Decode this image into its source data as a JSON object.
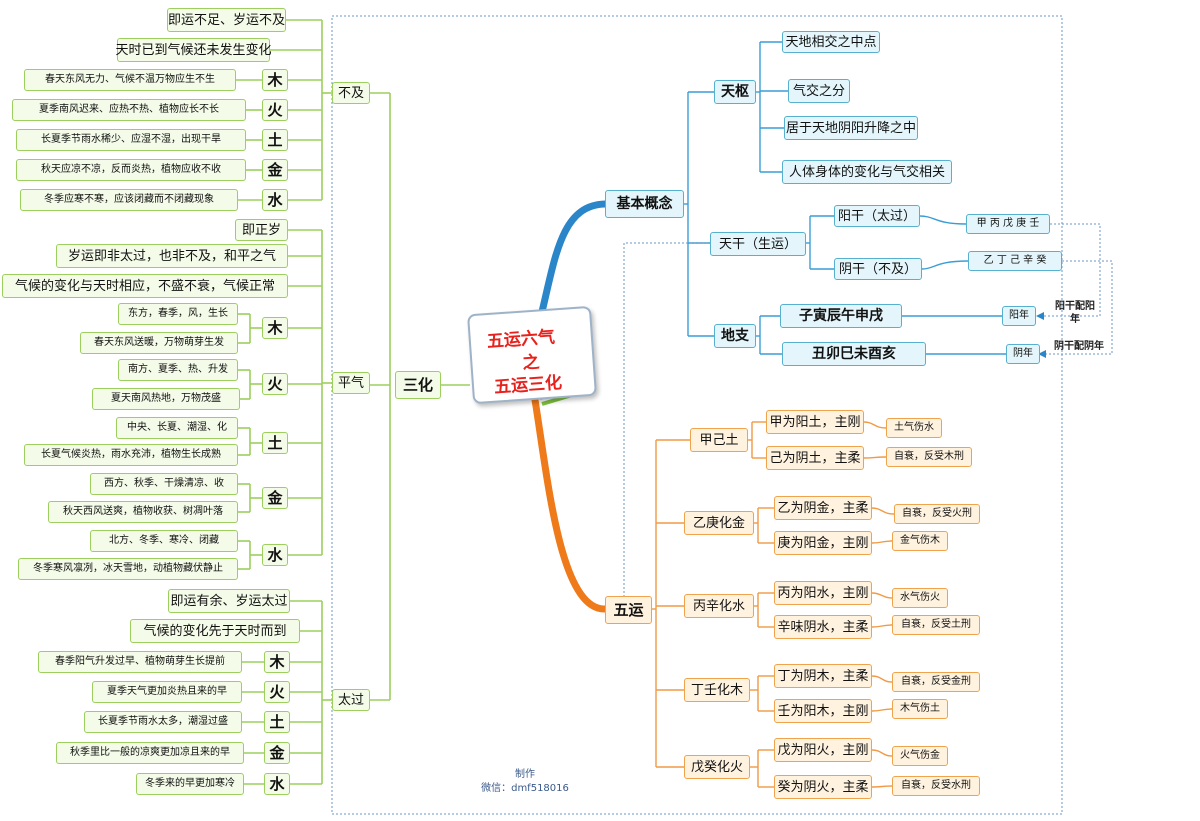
{
  "center": {
    "line1": "五运六气",
    "line2": "之",
    "line3": "五运三化"
  },
  "credit": {
    "label": "制作",
    "wechat": "微信：dmf518016"
  },
  "left": {
    "root": "三化",
    "buji": {
      "label": "不及",
      "items": [
        "即运不足、岁运不及",
        "天时已到气候还未发生变化"
      ],
      "elements": [
        {
          "el": "木",
          "desc": "春天东风无力、气候不温万物应生不生"
        },
        {
          "el": "火",
          "desc": "夏季南风迟来、应热不热、植物应长不长"
        },
        {
          "el": "土",
          "desc": "长夏季节雨水稀少、应湿不湿，出现干旱"
        },
        {
          "el": "金",
          "desc": "秋天应凉不凉，反而炎热，植物应收不收"
        },
        {
          "el": "水",
          "desc": "冬季应寒不寒，应该闭藏而不闭藏现象"
        }
      ]
    },
    "pingqi": {
      "label": "平气",
      "items": [
        "即正岁",
        "岁运即非太过，也非不及，和平之气",
        "气候的变化与天时相应，不盛不衰，气候正常"
      ],
      "elements": [
        {
          "el": "木",
          "descs": [
            "东方，春季，风，生长",
            "春天东风送暖，万物萌芽生发"
          ]
        },
        {
          "el": "火",
          "descs": [
            "南方、夏季、热、升发",
            "夏天南风热地，万物茂盛"
          ]
        },
        {
          "el": "土",
          "descs": [
            "中央、长夏、潮湿、化",
            "长夏气候炎热，雨水充沛，植物生长成熟"
          ]
        },
        {
          "el": "金",
          "descs": [
            "西方、秋季、干燥清凉、收",
            "秋天西风送爽，植物收获、树凋叶落"
          ]
        },
        {
          "el": "水",
          "descs": [
            "北方、冬季、寒冷、闭藏",
            "冬季寒风凛冽，冰天雪地，动植物藏伏静止"
          ]
        }
      ]
    },
    "taiguo": {
      "label": "太过",
      "items": [
        "即运有余、岁运太过",
        "气候的变化先于天时而到"
      ],
      "elements": [
        {
          "el": "木",
          "desc": "春季阳气升发过早、植物萌芽生长提前"
        },
        {
          "el": "火",
          "desc": "夏季天气更加炎热且来的早"
        },
        {
          "el": "土",
          "desc": "长夏季节雨水太多，潮湿过盛"
        },
        {
          "el": "金",
          "desc": "秋季里比一般的凉爽更加凉且来的早"
        },
        {
          "el": "水",
          "desc": "冬季来的早更加寒冷"
        }
      ]
    }
  },
  "right": {
    "jiben": {
      "label": "基本概念",
      "tianshu": {
        "label": "天枢",
        "items": [
          "天地相交之中点",
          "气交之分",
          "居于天地阴阳升降之中",
          "人体身体的变化与气交相关"
        ]
      },
      "tiangan": {
        "label": "天干（生运）",
        "yang": {
          "label": "阳干（太过）",
          "list": "甲 丙 戊 庚 壬"
        },
        "yin": {
          "label": "阴干（不及）",
          "list": "乙 丁 己 辛 癸"
        }
      },
      "dizhi": {
        "label": "地支",
        "yang": {
          "label": "子寅辰午申戌",
          "tag": "阳年"
        },
        "yin": {
          "label": "丑卯巳未酉亥",
          "tag": "阴年"
        }
      },
      "notes": {
        "yang": "阳干配阳年",
        "yin": "阴干配阴年"
      }
    },
    "wuyun": {
      "label": "五运",
      "groups": [
        {
          "label": "甲己土",
          "rows": [
            {
              "text": "甲为阳土，主刚",
              "note": "土气伤水"
            },
            {
              "text": "己为阴土，主柔",
              "note": "自衰，反受木刑"
            }
          ]
        },
        {
          "label": "乙庚化金",
          "rows": [
            {
              "text": "乙为阴金，主柔",
              "note": "自衰，反受火刑"
            },
            {
              "text": "庚为阳金，主刚",
              "note": "金气伤木"
            }
          ]
        },
        {
          "label": "丙辛化水",
          "rows": [
            {
              "text": "丙为阳水，主刚",
              "note": "水气伤火"
            },
            {
              "text": "辛味阴水，主柔",
              "note": "自衰，反受土刑"
            }
          ]
        },
        {
          "label": "丁壬化木",
          "rows": [
            {
              "text": "丁为阴木，主柔",
              "note": "自衰，反受金刑"
            },
            {
              "text": "壬为阳木，主刚",
              "note": "木气伤土"
            }
          ]
        },
        {
          "label": "戊癸化火",
          "rows": [
            {
              "text": "戊为阳火，主刚",
              "note": "火气伤金"
            },
            {
              "text": "癸为阴火，主柔",
              "note": "自衰，反受水刑"
            }
          ]
        }
      ]
    }
  }
}
